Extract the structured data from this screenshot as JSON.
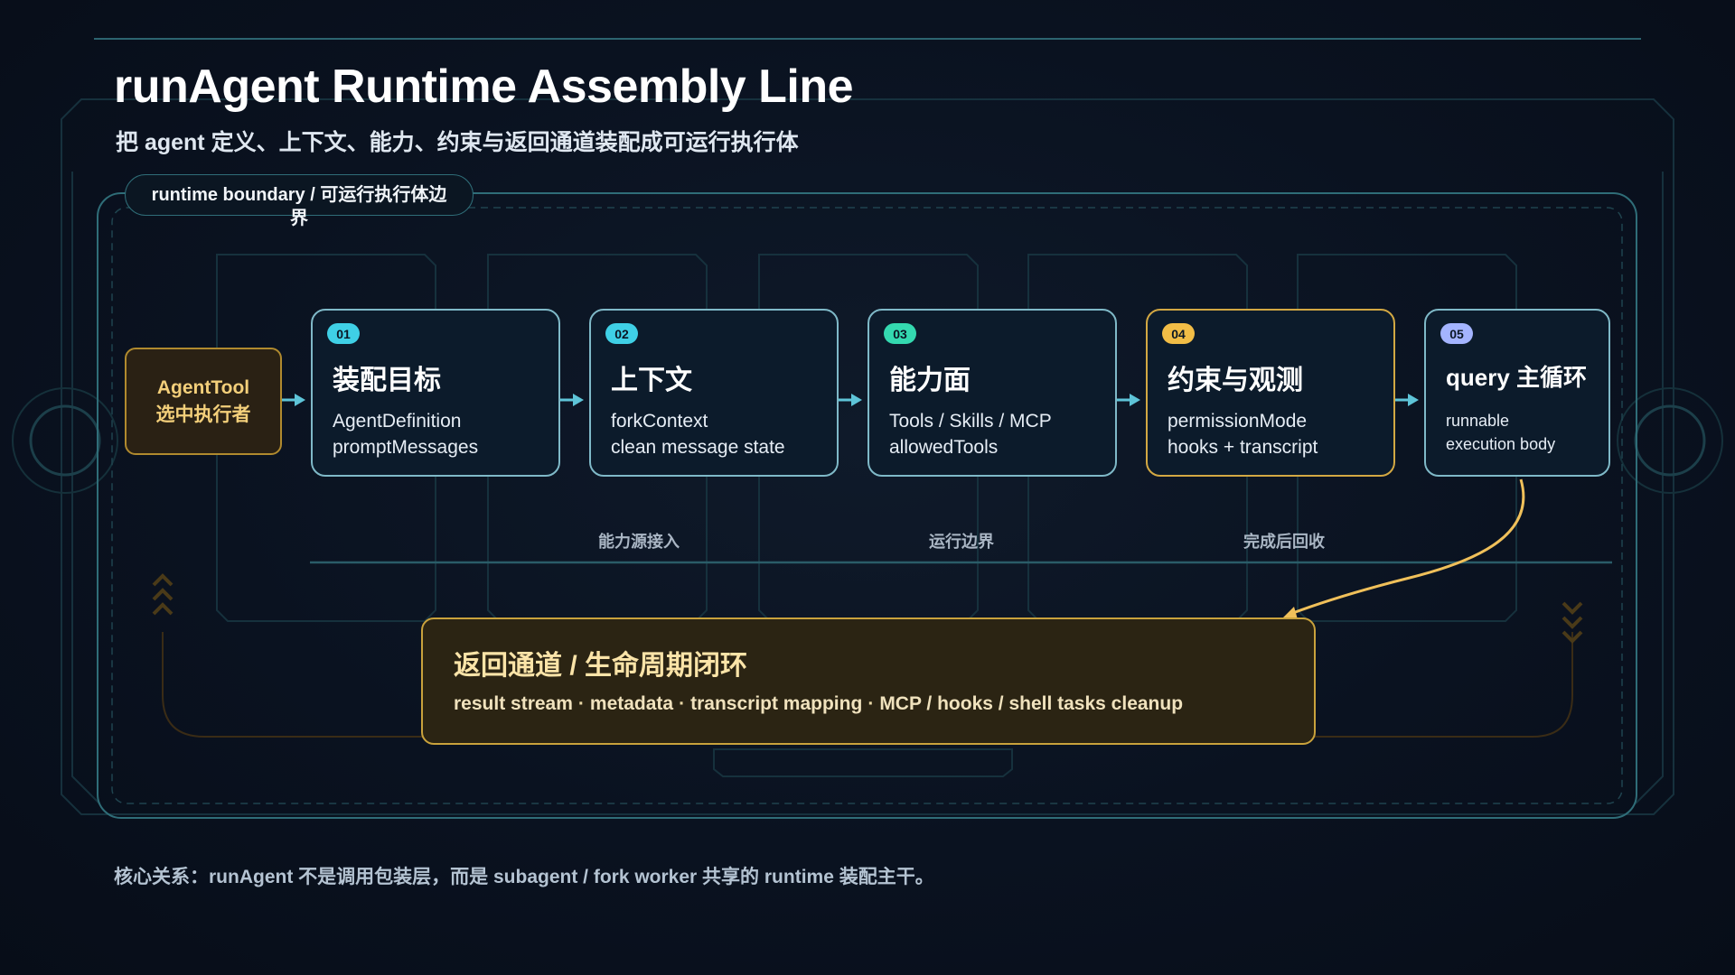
{
  "title": "runAgent Runtime Assembly Line",
  "subtitle": "把 agent 定义、上下文、能力、约束与返回通道装配成可运行执行体",
  "boundary_label": "runtime boundary / 可运行执行体边界",
  "agent_tool": {
    "line1": "AgentTool",
    "line2": "选中执行者"
  },
  "stages": [
    {
      "num": "01",
      "title": "装配目标",
      "line1": "AgentDefinition",
      "line2": "promptMessages"
    },
    {
      "num": "02",
      "title": "上下文",
      "line1": "forkContext",
      "line2": "clean message state"
    },
    {
      "num": "03",
      "title": "能力面",
      "line1": "Tools / Skills / MCP",
      "line2": "allowedTools"
    },
    {
      "num": "04",
      "title": "约束与观测",
      "line1": "permissionMode",
      "line2": "hooks + transcript"
    },
    {
      "num": "05",
      "title": "query 主循环",
      "line1": "runnable",
      "line2": "execution body"
    }
  ],
  "phases": [
    "能力源接入",
    "运行边界",
    "完成后回收"
  ],
  "return_channel": {
    "title": "返回通道 / 生命周期闭环",
    "items": [
      "result stream",
      "metadata",
      "transcript mapping",
      "MCP / hooks / shell tasks cleanup"
    ]
  },
  "footer": "核心关系：runAgent 不是调用包装层，而是 subagent / fork worker 共享的 runtime 装配主干。",
  "colors": {
    "cyan": "#3fd0e6",
    "green": "#34d9b0",
    "gold": "#f2bd46",
    "lavender": "#a4b4ff",
    "card_border": "#7fb9c8",
    "gold_border": "#d3a843",
    "background": "#0a1220"
  }
}
